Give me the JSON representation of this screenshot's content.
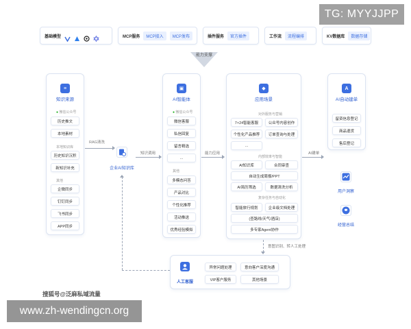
{
  "watermark_tg": "TG: MYYJJPP",
  "watermark_url": "www.zh-wendingcn.org",
  "sohu_caption": "搜狐号@泛麻私域流量",
  "top_bar": {
    "base_model_label": "基础模型",
    "mcp_label": "MCP服务",
    "mcp_access": "MCP接入",
    "mcp_publish": "MCP发布",
    "plugin_label": "插件服务",
    "plugin_official": "官方插件",
    "workflow_label": "工作流",
    "workflow_edit": "流程编排",
    "kv_label": "KV数据库",
    "kv_storage": "数据存储",
    "support_label": "能力支撑"
  },
  "knowledge": {
    "title": "知识来源",
    "wechat_label": "微信公众号",
    "items1": [
      "历史推文",
      "本地素材"
    ],
    "local_label": "本地知识库",
    "items2": [
      "历史知识沉积",
      "新知识补充"
    ],
    "other_label": "其他",
    "items3": [
      "企微同步",
      "钉钉同步",
      "飞书同步",
      "APP同步"
    ]
  },
  "center_node": {
    "label": "企业AI知识库",
    "in_label": "RAG清洗",
    "out_label": "知识调用"
  },
  "agent": {
    "title": "AI智能体",
    "wechat_label": "微信公众号",
    "items1": [
      "微信客服",
      "私信回复",
      "留言精选",
      "..."
    ],
    "other_label": "其他",
    "items2": [
      "多模态问答",
      "产品对比",
      "个性化推荐",
      "活动推送",
      "优秀经验模拟"
    ]
  },
  "apps": {
    "title": "应用场景",
    "in_label": "能力应用",
    "sec1_label": "对外服务与营销",
    "sec1_items": [
      "7×24智能客服",
      "公众号内容创作",
      "个性化产品推荐",
      "订单查询与处理",
      "..."
    ],
    "sec2_label": "内部效率与智能",
    "sec2_items": [
      "AI知识库",
      "合同审查",
      "自动生成周报/PPT",
      "AI简历筛选",
      "数据清洗分析"
    ],
    "sec3_label": "复杂任务与自动化",
    "sec3_items": [
      "智能旅行规划",
      "企业级文档处理",
      "(查路线/天气/酒店)",
      "多专家Agent协作"
    ]
  },
  "auto": {
    "title": "AI自动建单",
    "in_label": "AI建单",
    "items": [
      "留资信息登记",
      "商品退货",
      "售后登记"
    ]
  },
  "right_nodes": {
    "insight": "用户洞察",
    "summary": "经营总结"
  },
  "human": {
    "title": "人工客服",
    "transfer_label": "意图识别、转人工处理",
    "items": [
      "异常问题处理",
      "意向客户深度沟通",
      "VIP客户服务",
      "其他场景"
    ]
  },
  "colors": {
    "accent": "#3d6fe0",
    "chip_bg": "#e9f0fe",
    "border": "#dbe3f1"
  }
}
